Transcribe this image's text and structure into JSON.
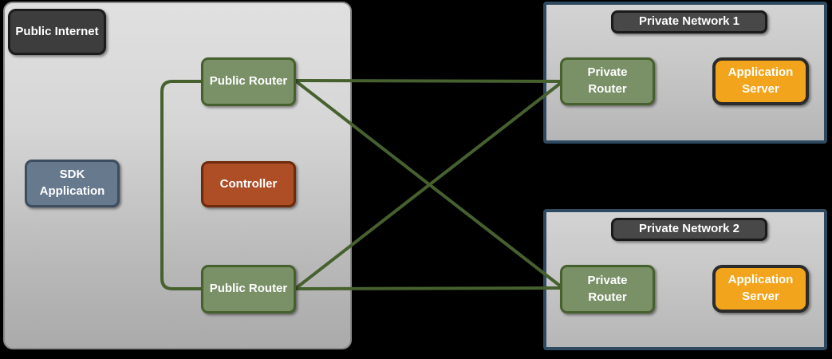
{
  "diagram": {
    "public_internet": {
      "label": "Public Internet",
      "nodes": {
        "sdk_application": "SDK Application",
        "controller": "Controller",
        "public_router_top": "Public Router",
        "public_router_bottom": "Public Router"
      }
    },
    "private_network_1": {
      "title": "Private Network 1",
      "private_router": "Private Router",
      "application_server": "Application Server"
    },
    "private_network_2": {
      "title": "Private Network 2",
      "private_router": "Private Router",
      "application_server": "Application Server"
    },
    "connections": [
      {
        "from": "public-router-top",
        "to": "public-router-bottom"
      },
      {
        "from": "public-router-top",
        "to": "private-router-network-1"
      },
      {
        "from": "public-router-top",
        "to": "private-router-network-2"
      },
      {
        "from": "public-router-bottom",
        "to": "private-router-network-1"
      },
      {
        "from": "public-router-bottom",
        "to": "private-router-network-2"
      }
    ],
    "colors": {
      "link_green": "#46602e",
      "router_fill": "#7a9168",
      "sdk_fill": "#66798d",
      "controller_fill": "#ad4e27",
      "app_server_fill": "#f2a41c",
      "dark_label_fill": "#3d3d3d",
      "network_border": "#2e4a61",
      "background": "#000000"
    }
  }
}
